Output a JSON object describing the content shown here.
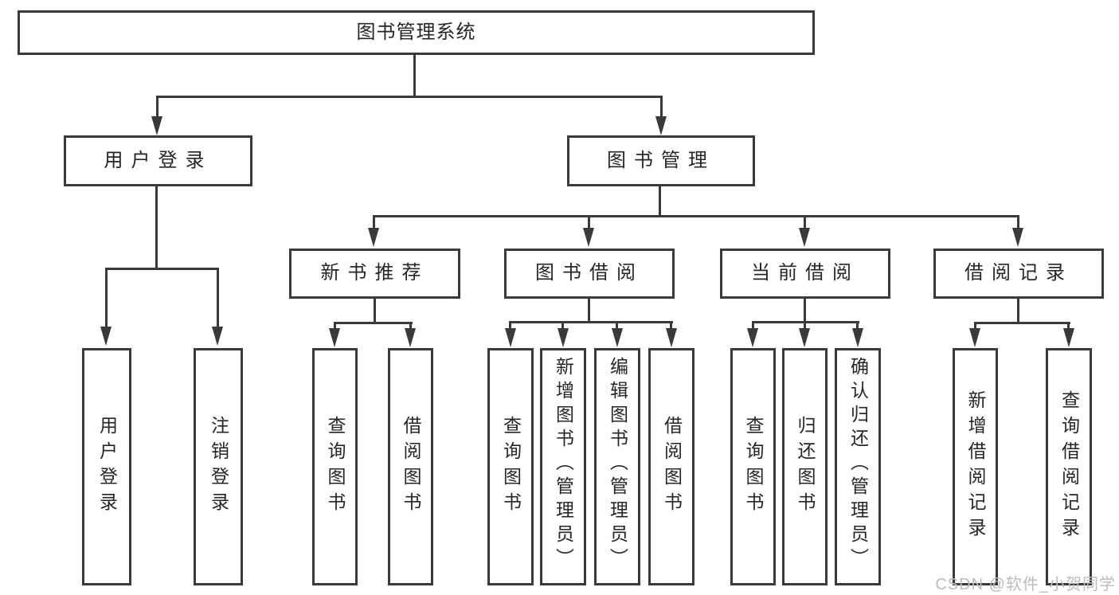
{
  "diagram": {
    "root": "图书管理系统",
    "user": {
      "label": "用户登录",
      "children": [
        "用户登录",
        "注销登录"
      ]
    },
    "mgmt": {
      "label": "图书管理",
      "sections": [
        {
          "label": "新书推荐",
          "children": [
            "查询图书",
            "借阅图书"
          ]
        },
        {
          "label": "图书借阅",
          "children": [
            "查询图书",
            "新增图书（管理员）",
            "编辑图书（管理员）",
            "借阅图书"
          ]
        },
        {
          "label": "当前借阅",
          "children": [
            "查询图书",
            "归还图书",
            "确认归还（管理员）"
          ]
        },
        {
          "label": "借阅记录",
          "children": [
            "新增借阅记录",
            "查询借阅记录"
          ]
        }
      ]
    }
  },
  "watermark": {
    "text": "CSDN @软件_小贺同学"
  },
  "colors": {
    "line": "#3a3a3a",
    "text": "#262626",
    "watermark": "#bcbcbc",
    "background": "#ffffff"
  }
}
